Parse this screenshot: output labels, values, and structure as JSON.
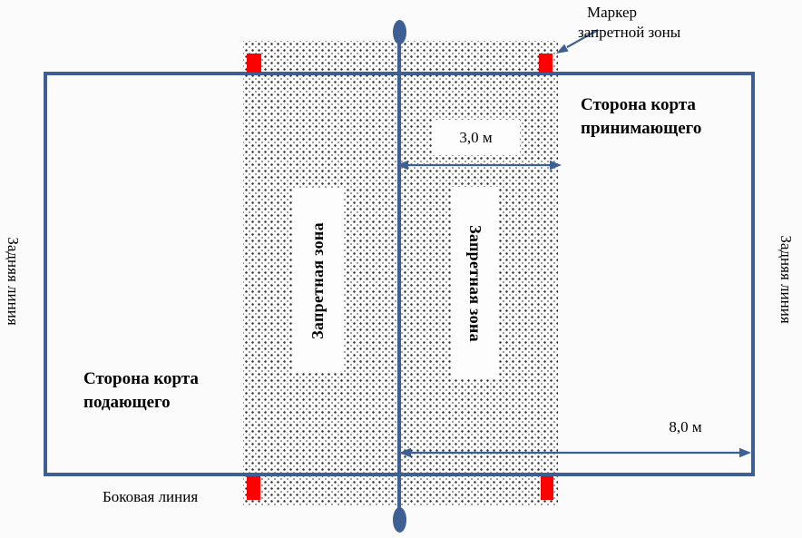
{
  "labels": {
    "marker": "Маркер\nзапретной зоны",
    "receiver_side": "Сторона корта\nпринимающего",
    "server_side": "Сторона корта\nподающего",
    "back_line": "Задняя линия",
    "side_line": "Боковая линия",
    "forbidden_zone": "Запретная зона"
  },
  "dimensions": {
    "half_width": "3,0 м",
    "court_length": "8,0 м"
  },
  "colors": {
    "line": "#3d5f94",
    "marker": "#fe0000",
    "background": "#fbfbfb",
    "text": "#000000",
    "zone_bg": "#fdfdfd",
    "zone_dot_dark": "#2f2f2f",
    "zone_dot_light": "#9b9b9b"
  }
}
